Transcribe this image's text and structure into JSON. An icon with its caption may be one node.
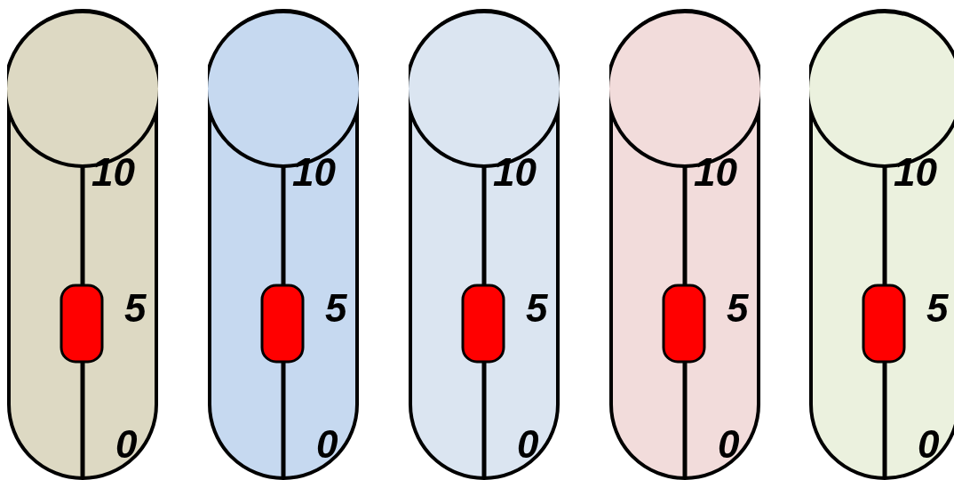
{
  "diagram": {
    "nodes": [
      {
        "text": [
          "10",
          "5",
          "0"
        ]
      },
      {
        "text": [
          "10",
          "5",
          "0"
        ]
      },
      {
        "text": [
          "10",
          "5",
          "0"
        ]
      },
      {
        "text": [
          "10",
          "5",
          "0"
        ]
      },
      {
        "text": [
          "10",
          "5",
          "0"
        ]
      }
    ]
  }
}
